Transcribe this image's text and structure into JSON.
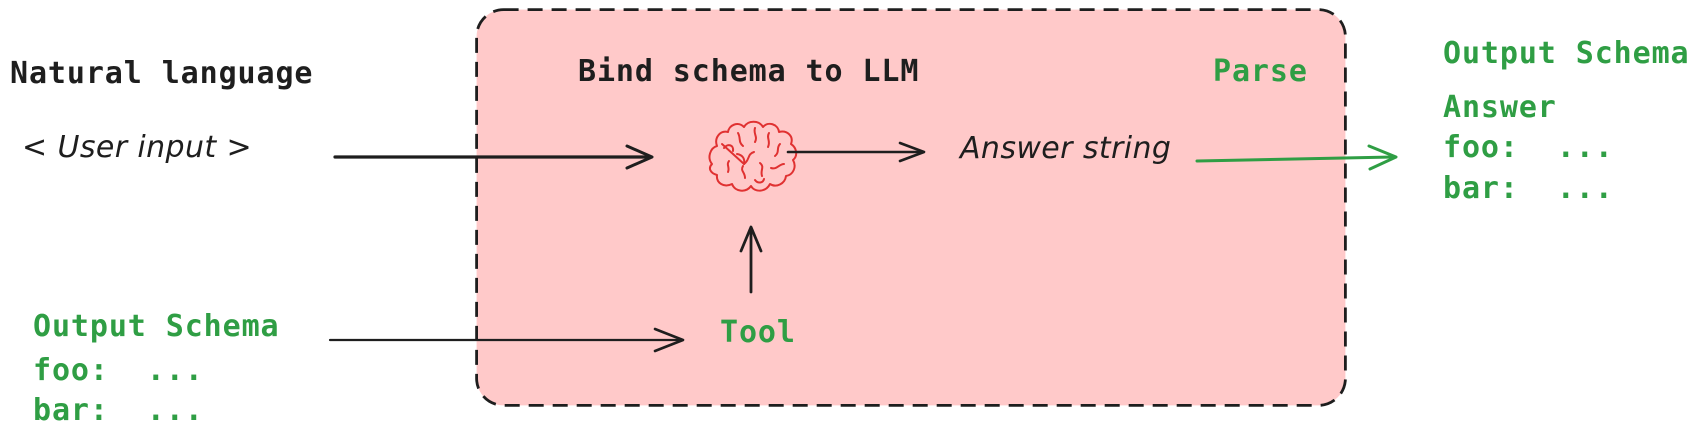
{
  "colors": {
    "text_black": "#1e1e1e",
    "accent_green": "#2f9e44",
    "box_fill_pink": "#ffc9c9",
    "box_border": "#1e1e1e",
    "brain_red": "#e03131",
    "background": "#ffffff"
  },
  "left_column": {
    "title": "Natural language",
    "user_input": "< User input >",
    "schema_title": "Output Schema",
    "schema_foo": "foo:  ...",
    "schema_bar": "bar:  ..."
  },
  "box": {
    "title": "Bind schema to LLM",
    "parse_label": "Parse",
    "answer_string": "Answer string",
    "tool_label": "Tool",
    "icon": "brain-icon"
  },
  "right_column": {
    "schema_title": "Output Schema",
    "answer_label": "Answer",
    "schema_foo": "foo:  ...",
    "schema_bar": "bar:  ..."
  },
  "arrows": [
    {
      "name": "user-input-to-llm",
      "color": "#1e1e1e"
    },
    {
      "name": "llm-to-answer-string",
      "color": "#1e1e1e"
    },
    {
      "name": "answer-string-to-output-schema",
      "color": "#2f9e44"
    },
    {
      "name": "output-schema-to-tool",
      "color": "#1e1e1e"
    },
    {
      "name": "tool-to-llm",
      "color": "#1e1e1e"
    }
  ]
}
